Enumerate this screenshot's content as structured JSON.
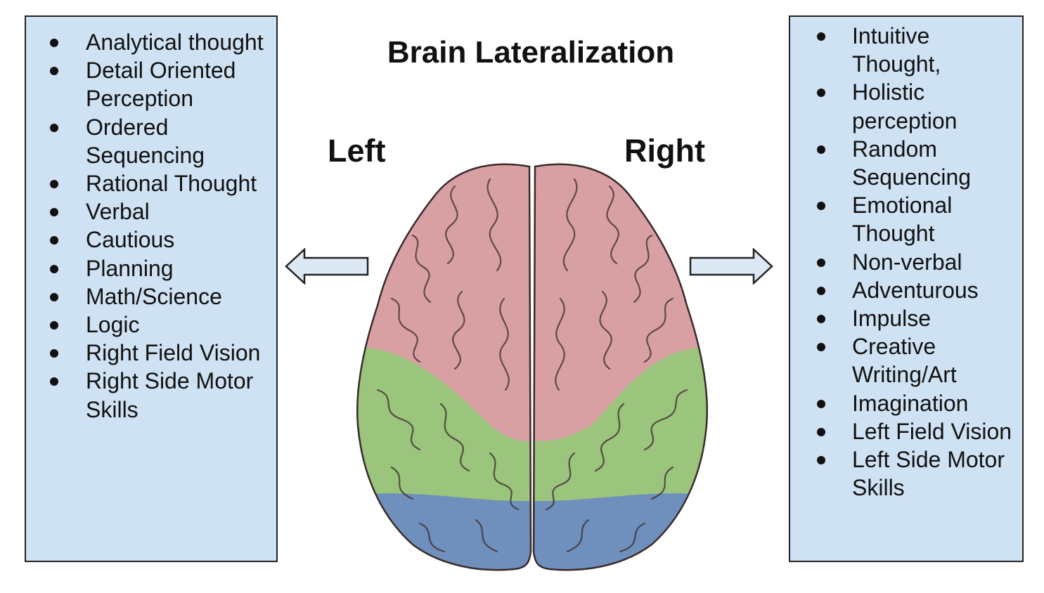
{
  "title": "Brain Lateralization",
  "labels": {
    "left": "Left",
    "right": "Right"
  },
  "left_list": [
    "Analytical thought",
    "Detail Oriented Perception",
    "Ordered Sequencing",
    "Rational Thought",
    "Verbal",
    "Cautious",
    "Planning",
    "Math/Science",
    "Logic",
    "Right Field Vision",
    "Right Side Motor Skills"
  ],
  "right_list": [
    "Intuitive Thought,",
    "Holistic perception",
    "Random Sequencing",
    "Emotional Thought",
    "Non-verbal",
    "Adventurous",
    "Impulse",
    "Creative Writing/Art",
    "Imagination",
    "Left Field Vision",
    "Left Side Motor Skills"
  ],
  "colors": {
    "panel_bg": "#cfe2f3",
    "frontal": "#d9a0a4",
    "parietal": "#9bc47c",
    "occipital": "#6f8fbd",
    "arrow_fill": "#dce9f5"
  },
  "icons": {
    "left_arrow": "arrow-left-icon",
    "right_arrow": "arrow-right-icon"
  }
}
